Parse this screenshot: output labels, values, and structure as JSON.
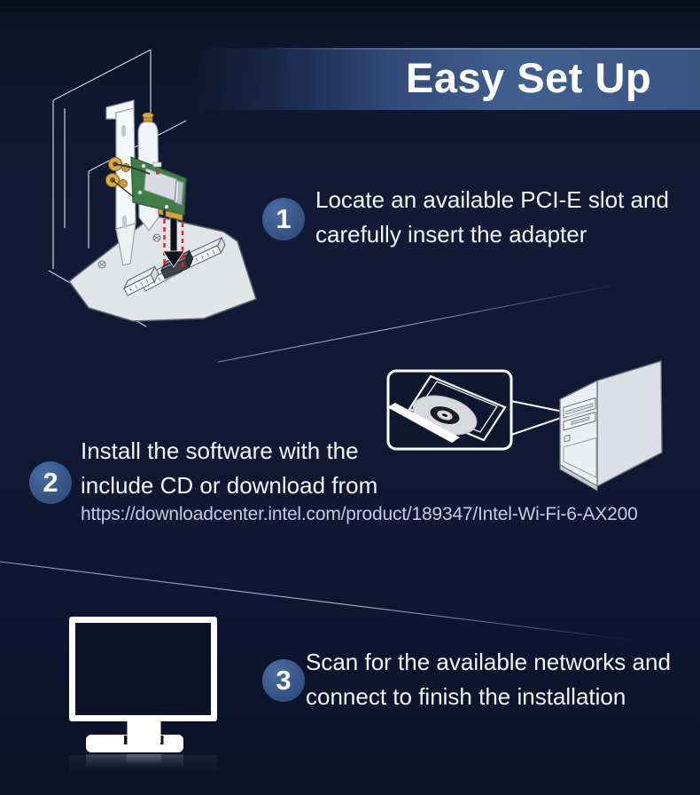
{
  "header": {
    "title": "Easy Set Up"
  },
  "steps": [
    {
      "number": "1",
      "line1": "Locate an available PCI-E slot and",
      "line2": "carefully insert the adapter"
    },
    {
      "number": "2",
      "line1": "Install the software with the",
      "line2": "include CD or download from",
      "url": "https://downloadcenter.intel.com/product/189347/Intel-Wi-Fi-6-AX200"
    },
    {
      "number": "3",
      "line1": "Scan for the available networks and",
      "line2": "connect to finish the installation"
    }
  ],
  "palette": {
    "background": "#111833",
    "banner_blue": "#41608f",
    "circle_blue": "#375384",
    "text_white": "#f3f5f9",
    "url_gray_blue": "#c2cce1",
    "pcb_green": "#3f7e47",
    "gold": "#d9ad4a",
    "guide_red": "#e5252b",
    "illustration_white": "#fafbfc"
  }
}
